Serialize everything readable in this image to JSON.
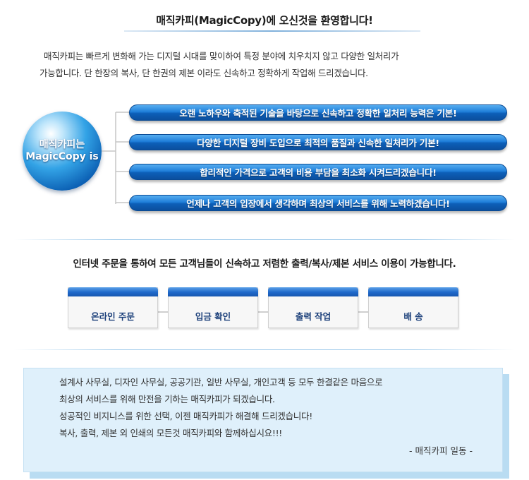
{
  "header": {
    "title": "매직카피(MagicCopy)에 오신것을 환영합니다!"
  },
  "intro": {
    "line1": "매직카피는 빠르게 변화해 가는 디지털 시대를 맞이하여 특정 분야에 치우치지 않고 다양한 일처리가",
    "line2": "가능합니다. 단 한장의 복사, 단 한권의 제본 이라도 신속하고 정확하게 작업해 드리겠습니다."
  },
  "badge": {
    "line1": "매직카피는",
    "line2": "MagicCopy is"
  },
  "features": [
    "오랜 노하우와 축적된 기술을 바탕으로 신속하고 정확한 일처리 능력은 기본!",
    "다양한 디지털 장비 도입으로 최적의 품질과 신속한 일처리가 기본!",
    "합리적인 가격으로 고객의 비용 부담을 최소화 시켜드리겠습니다!",
    "언제나 고객의 입장에서 생각하며 최상의 서비스를 위해 노력하겠습니다!"
  ],
  "service": {
    "headline": "인터넷 주문을 통하여 모든 고객님들이 신속하고 저렴한 출력/복사/제본 서비스 이용이 가능합니다.",
    "steps": [
      "온라인 주문",
      "입금 확인",
      "출력 작업",
      "배 송"
    ]
  },
  "note": {
    "lines": [
      "설계사 사무실, 디자인 사무실, 공공기관, 일반 사무실, 개인고객 등 모두 한결같은 마음으로",
      "최상의 서비스를 위해 만전을 기하는 매직카피가 되겠습니다.",
      "성공적인 비지니스를 위한 선택, 이젠 매직카피가 해결해 드리겠습니다!",
      "복사, 출력, 제본 외 인쇄의 모든것 매직카피와 함께하십시요!!!"
    ],
    "signature": "- 매직카피 일동 -"
  },
  "colors": {
    "accent": "#1f7ed9",
    "step_label": "#1b3f7a",
    "note_bg": "#dff0fb"
  }
}
